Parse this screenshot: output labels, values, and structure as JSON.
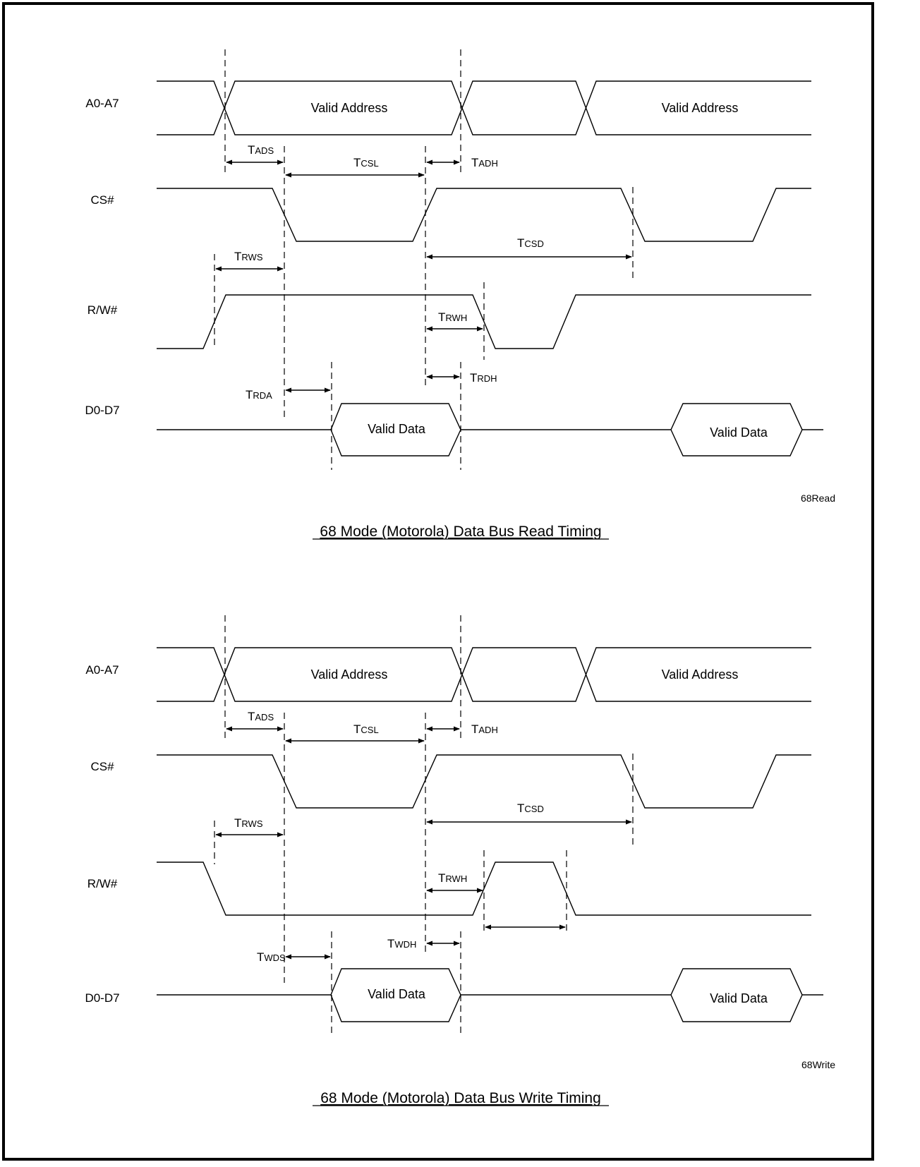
{
  "diagrams": [
    {
      "signals": {
        "addr": "A0-A7",
        "cs": "CS#",
        "rw": "R/W#",
        "data": "D0-D7"
      },
      "bus_labels": {
        "addr_1": "Valid Address",
        "addr_2": "Valid Address",
        "data_1": "Valid Data",
        "data_2": "Valid Data"
      },
      "timing": {
        "ads": {
          "main": "T",
          "sub": "ADS"
        },
        "csl": {
          "main": "T",
          "sub": "CSL"
        },
        "adh": {
          "main": "T",
          "sub": "ADH"
        },
        "csd": {
          "main": "T",
          "sub": "CSD"
        },
        "rws": {
          "main": "T",
          "sub": "RWS"
        },
        "rwh": {
          "main": "T",
          "sub": "RWH"
        },
        "rdh": {
          "main": "T",
          "sub": "RDH"
        },
        "rda": {
          "main": "T",
          "sub": "RDA"
        }
      },
      "tag": "68Read",
      "caption": "68 Mode (Motorola) Data Bus Read Timing"
    },
    {
      "signals": {
        "addr": "A0-A7",
        "cs": "CS#",
        "rw": "R/W#",
        "data": "D0-D7"
      },
      "bus_labels": {
        "addr_1": "Valid Address",
        "addr_2": "Valid Address",
        "data_1": "Valid Data",
        "data_2": "Valid Data"
      },
      "timing": {
        "ads": {
          "main": "T",
          "sub": "ADS"
        },
        "csl": {
          "main": "T",
          "sub": "CSL"
        },
        "adh": {
          "main": "T",
          "sub": "ADH"
        },
        "csd": {
          "main": "T",
          "sub": "CSD"
        },
        "rws": {
          "main": "T",
          "sub": "RWS"
        },
        "rwh": {
          "main": "T",
          "sub": "RWH"
        },
        "wdh": {
          "main": "T",
          "sub": "WDH"
        },
        "wds": {
          "main": "T",
          "sub": "WDS"
        }
      },
      "tag": "68Write",
      "caption": "68 Mode (Motorola) Data Bus Write Timing"
    }
  ]
}
